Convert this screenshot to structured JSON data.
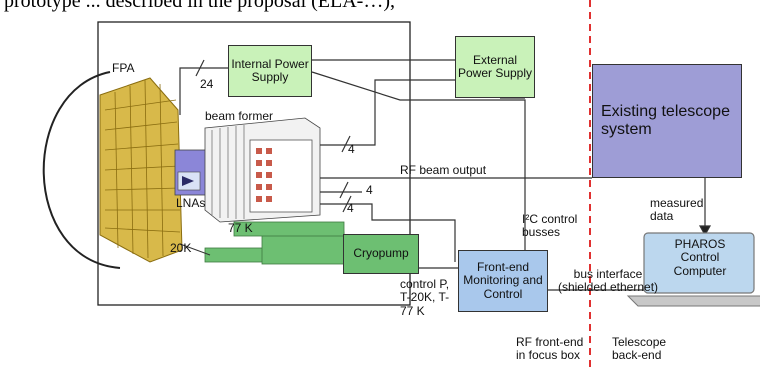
{
  "page_heading_fragment": "prototype ... described in the proposal (ELA-…),",
  "labels": {
    "fpa": "FPA",
    "internal_power": "Internal Power Supply",
    "external_power": "External Power Supply",
    "existing_telescope": "Existing telescope system",
    "beam_former": "beam former",
    "lnas": "LNAs",
    "k77": "77 K",
    "k20": "20K",
    "cryopump": "Cryopump",
    "frontend": "Front-end Monitoring and Control",
    "rf_beam_output": "RF beam output",
    "i2c": "I²C control busses",
    "measured_data": "measured data",
    "bus_interface": "bus interface (shielded ethernet)",
    "control": "control P, T-20K, T-77 K",
    "pharos": "PHAROS Control Computer",
    "rf_frontend": "RF front-end in focus box",
    "telescope_backend": "Telescope back-end",
    "n24": "24",
    "n4a": "4",
    "n4b": "4",
    "n4c": "4"
  },
  "colors": {
    "power_box": "#c9f2b9",
    "telescope_box": "#9e9dd6",
    "cryopump_box": "#6dbf72",
    "frontend_box": "#a9c8ec",
    "divider": "#e03030",
    "feed_array": "#d8b94a"
  }
}
